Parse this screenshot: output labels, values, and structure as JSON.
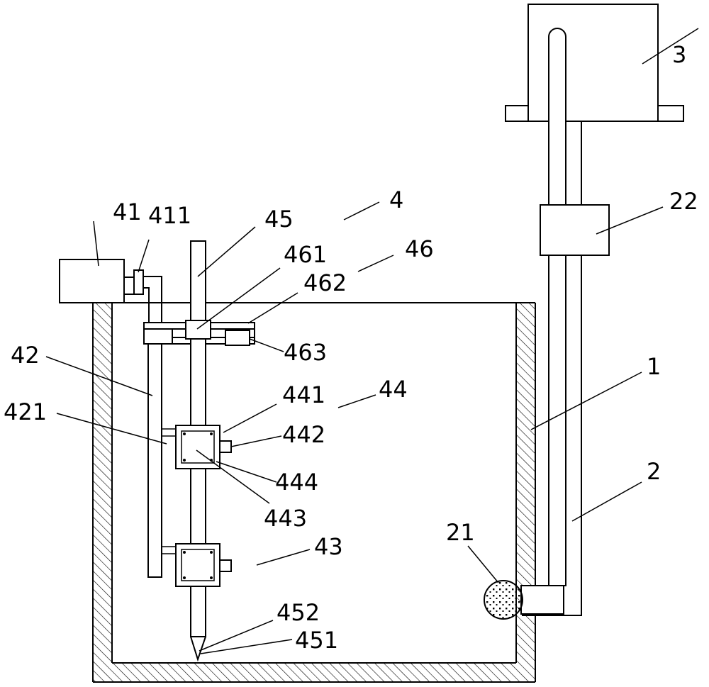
{
  "labels": {
    "l1": "1",
    "l2": "2",
    "l3": "3",
    "l4": "4",
    "l21": "21",
    "l22": "22",
    "l41": "41",
    "l411": "411",
    "l42": "42",
    "l421": "421",
    "l43": "43",
    "l44": "44",
    "l441": "441",
    "l442": "442",
    "l443": "443",
    "l444": "444",
    "l45": "45",
    "l451": "451",
    "l452": "452",
    "l46": "46",
    "l461": "461",
    "l462": "462",
    "l463": "463"
  }
}
